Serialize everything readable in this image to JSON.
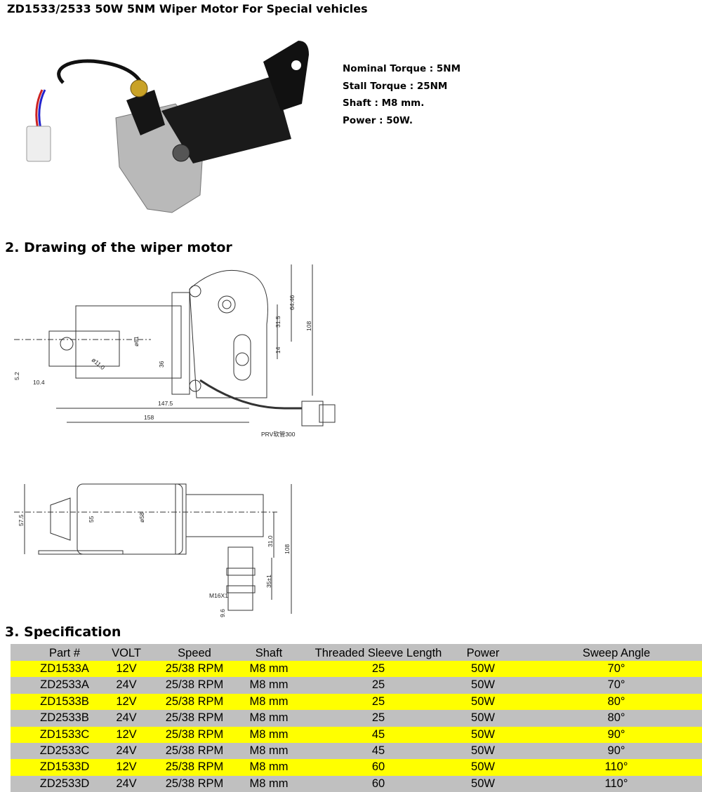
{
  "title": "ZD1533/2533  50W 5NM Wiper Motor For Special vehicles",
  "specs": [
    "Nominal Torque : 5NM",
    "Stall Torque : 25NM",
    "Shaft : M8 mm.",
    "Power : 50W."
  ],
  "sections": {
    "drawing": "2. Drawing of the wiper motor",
    "specification": "3. Specification"
  },
  "drawing_top": {
    "dims": [
      "64.46",
      "31.5",
      "108",
      "14",
      "ø61",
      "36",
      "ø11.0",
      "5.2",
      "10.4",
      "147.5",
      "158",
      "PRV软管300"
    ]
  },
  "drawing_side": {
    "dims": [
      "57.5",
      "55",
      "ø58",
      "31.0",
      "108",
      "35±1",
      "M16X1",
      "9.6"
    ]
  },
  "table": {
    "headers": [
      "Part #",
      "VOLT",
      "Speed",
      "Shaft",
      "Threaded Sleeve Length",
      "Power",
      "Sweep Angle"
    ],
    "rows": [
      [
        "ZD1533A",
        "12V",
        "25/38 RPM",
        "M8 mm",
        "25",
        "50W",
        "70°"
      ],
      [
        "ZD2533A",
        "24V",
        "25/38 RPM",
        "M8 mm",
        "25",
        "50W",
        "70°"
      ],
      [
        "ZD1533B",
        "12V",
        "25/38 RPM",
        "M8 mm",
        "25",
        "50W",
        "80°"
      ],
      [
        "ZD2533B",
        "24V",
        "25/38 RPM",
        "M8 mm",
        "25",
        "50W",
        "80°"
      ],
      [
        "ZD1533C",
        "12V",
        "25/38 RPM",
        "M8 mm",
        "45",
        "50W",
        "90°"
      ],
      [
        "ZD2533C",
        "24V",
        "25/38 RPM",
        "M8 mm",
        "45",
        "50W",
        "90°"
      ],
      [
        "ZD1533D",
        "12V",
        "25/38 RPM",
        "M8 mm",
        "60",
        "50W",
        "110°"
      ],
      [
        "ZD2533D",
        "24V",
        "25/38 RPM",
        "M8 mm",
        "60",
        "50W",
        "110°"
      ]
    ],
    "colors": {
      "highlight": "#ffff00",
      "alt": "#c0c0c0"
    }
  }
}
